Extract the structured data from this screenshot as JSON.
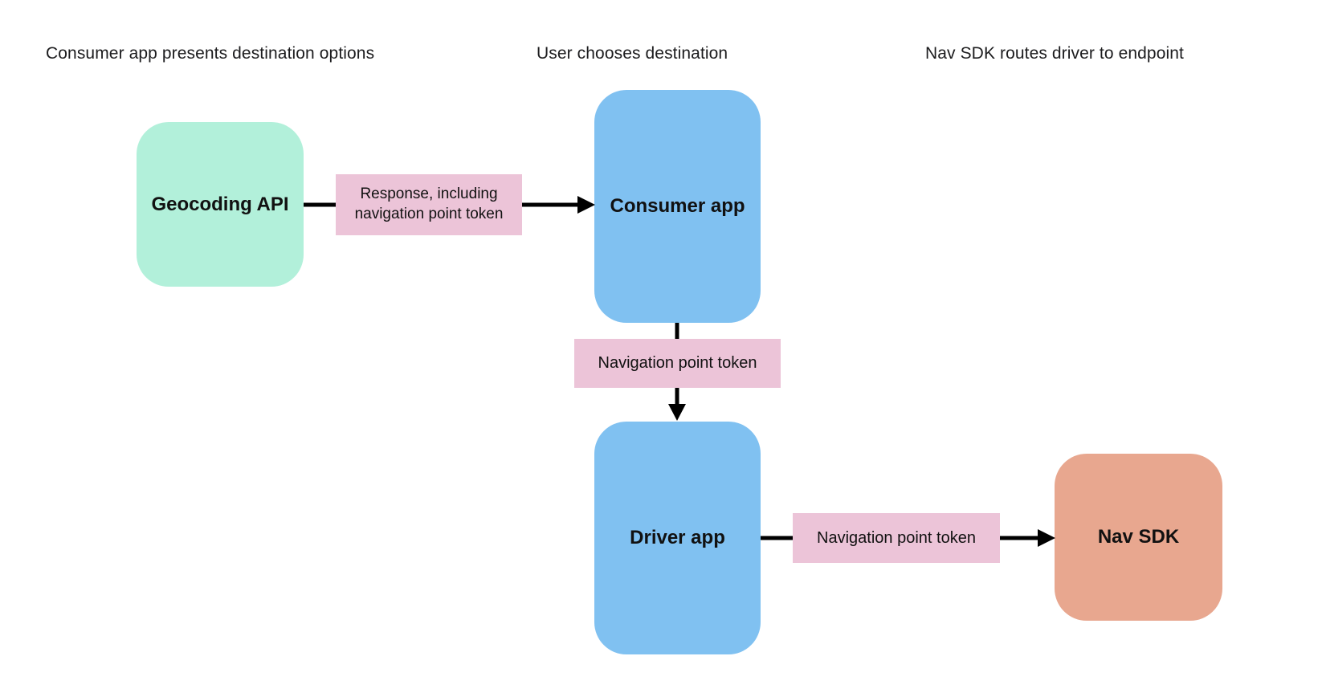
{
  "diagram": {
    "stage_headers": [
      {
        "label": "Consumer app presents destination options"
      },
      {
        "label": "User chooses destination"
      },
      {
        "label": "Nav SDK routes driver to endpoint"
      }
    ],
    "nodes": {
      "geocoding_api": {
        "label": "Geocoding API",
        "fill": "#b2f0da"
      },
      "consumer_app": {
        "label": "Consumer app",
        "fill": "#80c1f1"
      },
      "driver_app": {
        "label": "Driver app",
        "fill": "#80c1f1"
      },
      "nav_sdk": {
        "label": "Nav SDK",
        "fill": "#e8a78f"
      }
    },
    "edges": {
      "geocoding_to_consumer": {
        "from": "Geocoding API",
        "to": "Consumer app",
        "label": "Response, including navigation point token"
      },
      "consumer_to_driver": {
        "from": "Consumer app",
        "to": "Driver app",
        "label": "Navigation point token"
      },
      "driver_to_navsdk": {
        "from": "Driver app",
        "to": "Nav SDK",
        "label": "Navigation point token"
      }
    },
    "colors": {
      "background": "#ffffff",
      "node_green": "#b2f0da",
      "node_blue": "#80c1f1",
      "node_orange": "#e8a78f",
      "edge_label_bg": "#ecc4d8",
      "arrow": "#000000",
      "text": "#1c1c1e"
    }
  }
}
